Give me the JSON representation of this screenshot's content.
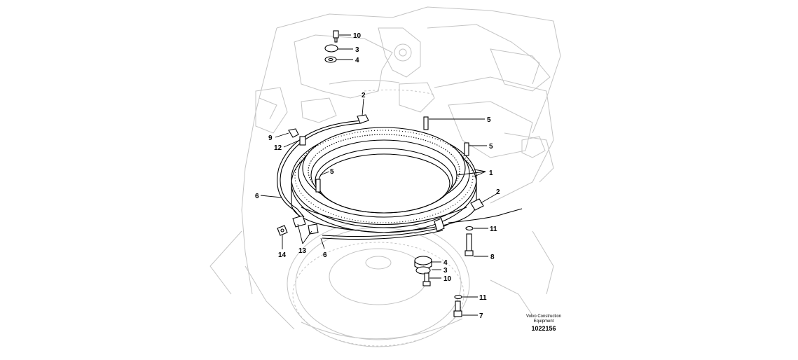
{
  "callouts": [
    {
      "id": "c-10-top",
      "label": "10"
    },
    {
      "id": "c-3-top",
      "label": "3"
    },
    {
      "id": "c-4-top",
      "label": "4"
    },
    {
      "id": "c-2-top",
      "label": "2"
    },
    {
      "id": "c-5-a",
      "label": "5"
    },
    {
      "id": "c-5-b",
      "label": "5"
    },
    {
      "id": "c-5-c",
      "label": "5"
    },
    {
      "id": "c-9",
      "label": "9"
    },
    {
      "id": "c-12",
      "label": "12"
    },
    {
      "id": "c-1",
      "label": "1"
    },
    {
      "id": "c-2-right",
      "label": "2"
    },
    {
      "id": "c-6-left",
      "label": "6"
    },
    {
      "id": "c-6-bottom",
      "label": "6"
    },
    {
      "id": "c-11-a",
      "label": "11"
    },
    {
      "id": "c-8",
      "label": "8"
    },
    {
      "id": "c-13",
      "label": "13"
    },
    {
      "id": "c-14",
      "label": "14"
    },
    {
      "id": "c-4-bottom",
      "label": "4"
    },
    {
      "id": "c-3-bottom",
      "label": "3"
    },
    {
      "id": "c-10-bottom",
      "label": "10"
    },
    {
      "id": "c-11-b",
      "label": "11"
    },
    {
      "id": "c-7",
      "label": "7"
    }
  ],
  "brand": {
    "line1": "Volvo Construction",
    "line2": "Equipment"
  },
  "doc_number": "1022156",
  "colors": {
    "background": "#ffffff",
    "ghost_lines": "#c4c4c4",
    "parts": "#000000"
  }
}
